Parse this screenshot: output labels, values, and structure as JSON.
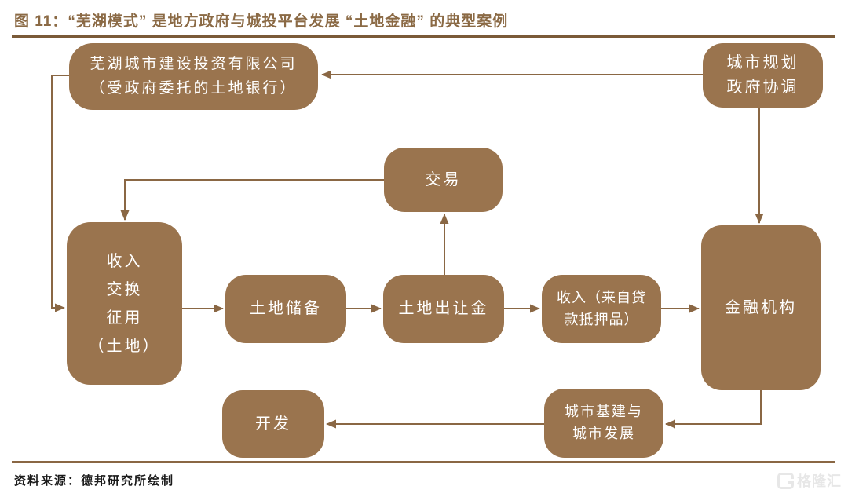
{
  "title": "图 11：“芜湖模式” 是地方政府与城投平台发展 “土地金融” 的典型案例",
  "colors": {
    "box_fill": "#9A744E",
    "connector": "#8A6744",
    "title_text": "#8B6A45",
    "title_rule": "#7A5A38",
    "logo_gray": "#E7E7E7"
  },
  "nodes": {
    "wuhu_company": {
      "lines": [
        "芜湖城市建设投资有限公司",
        "（受政府委托的土地银行）"
      ]
    },
    "city_planning": {
      "lines": [
        "城市规划",
        "政府协调"
      ]
    },
    "transaction": {
      "lines": [
        "交易"
      ]
    },
    "income_exchange": {
      "lines": [
        "收入",
        "交换",
        "征用",
        "（土地）"
      ]
    },
    "land_reserve": {
      "lines": [
        "土地储备"
      ]
    },
    "land_transfer_fee": {
      "lines": [
        "土地出让金"
      ]
    },
    "income_collateral": {
      "lines": [
        "收入（来自贷",
        "款抵押品）"
      ]
    },
    "financial_institution": {
      "lines": [
        "金融机构"
      ]
    },
    "development": {
      "lines": [
        "开发"
      ]
    },
    "urban_infrastructure": {
      "lines": [
        "城市基建与",
        "城市发展"
      ]
    }
  },
  "footer": {
    "source": "资料来源：德邦研究所绘制"
  },
  "logo": {
    "text": "格隆汇"
  }
}
